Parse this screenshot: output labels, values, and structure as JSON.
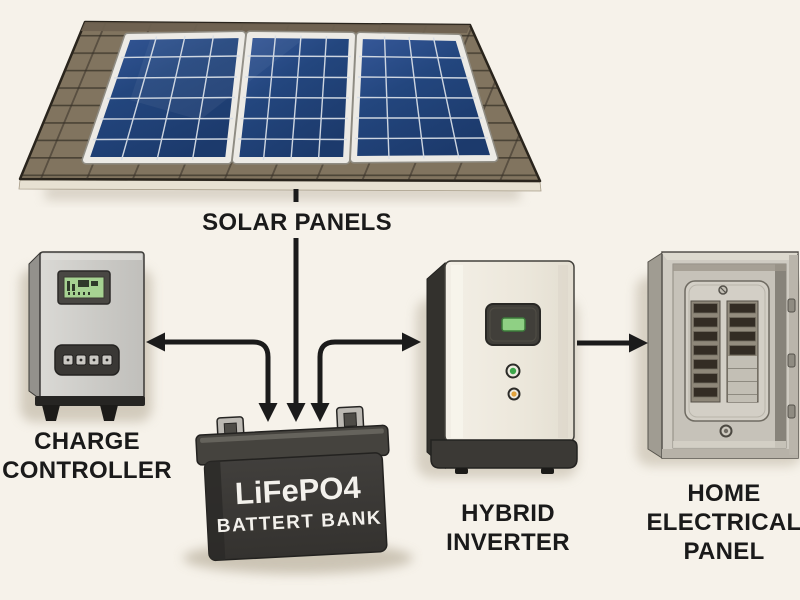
{
  "components": {
    "solar_panels": {
      "label": "SOLAR PANELS"
    },
    "charge_controller": {
      "label_lines": [
        "CHARGE",
        "CONTROLLER"
      ]
    },
    "battery_bank": {
      "label_lines": [
        "LiFePO4",
        "BATTERT BANK"
      ]
    },
    "hybrid_inverter": {
      "label_lines": [
        "HYBRID",
        "INVERTER"
      ]
    },
    "home_electrical_panel": {
      "label_lines": [
        "HOME",
        "ELECTRICAL",
        "PANEL"
      ]
    }
  },
  "connections": [
    {
      "from": "solar-panels",
      "to": "charge-controller"
    },
    {
      "from": "solar-panels",
      "to": "battery-bank"
    },
    {
      "from": "charge-controller",
      "to": "battery-bank"
    },
    {
      "from": "battery-bank",
      "to": "hybrid-inverter"
    },
    {
      "from": "hybrid-inverter",
      "to": "home-electrical-panel"
    }
  ],
  "colors": {
    "background": "#f6f2ea",
    "line": "#1b1b1b",
    "panel_blue": "#24477f",
    "panel_grid": "#d7dde6",
    "roof_brown": "#81745f",
    "battery_body": "#3a3836",
    "inverter_face": "#eee9df",
    "controller_gray": "#cbcac6",
    "electrical_panel_gray": "#cfcbc2",
    "lcd_green": "#a6d292",
    "indicator_green": "#8fd084",
    "led_green": "#3ca74a",
    "led_amber": "#e2a23b"
  }
}
